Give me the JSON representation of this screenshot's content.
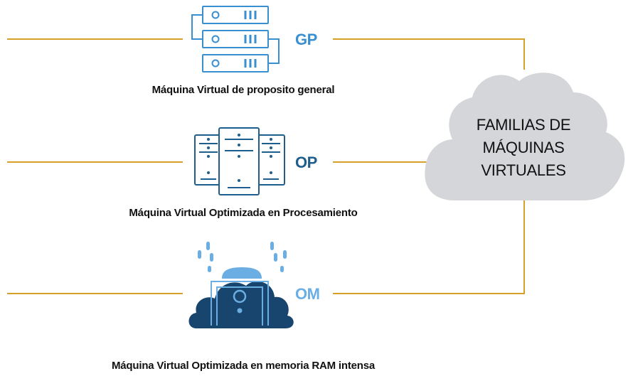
{
  "cloud": {
    "line1": "FAMILIAS DE",
    "line2": "MÁQUINAS",
    "line3": "VIRTUALES"
  },
  "families": [
    {
      "code": "GP",
      "caption": "Máquina Virtual de proposito general",
      "icon": "server-rack-icon",
      "color": "#3a8fd0"
    },
    {
      "code": "OP",
      "caption": "Máquina Virtual Optimizada en Procesamiento",
      "icon": "processing-servers-icon",
      "color": "#1f5f8e"
    },
    {
      "code": "OM",
      "caption": "Máquina Virtual Optimizada en memoria RAM intensa",
      "icon": "memory-cloud-icon",
      "color": "#6aaee3"
    }
  ],
  "colors": {
    "connector": "#d4a126",
    "cloud": "#d4d6d9",
    "gp": "#3a8fd0",
    "op": "#1f5f8e",
    "om_light": "#6aaee3",
    "om_dark": "#17456e"
  }
}
